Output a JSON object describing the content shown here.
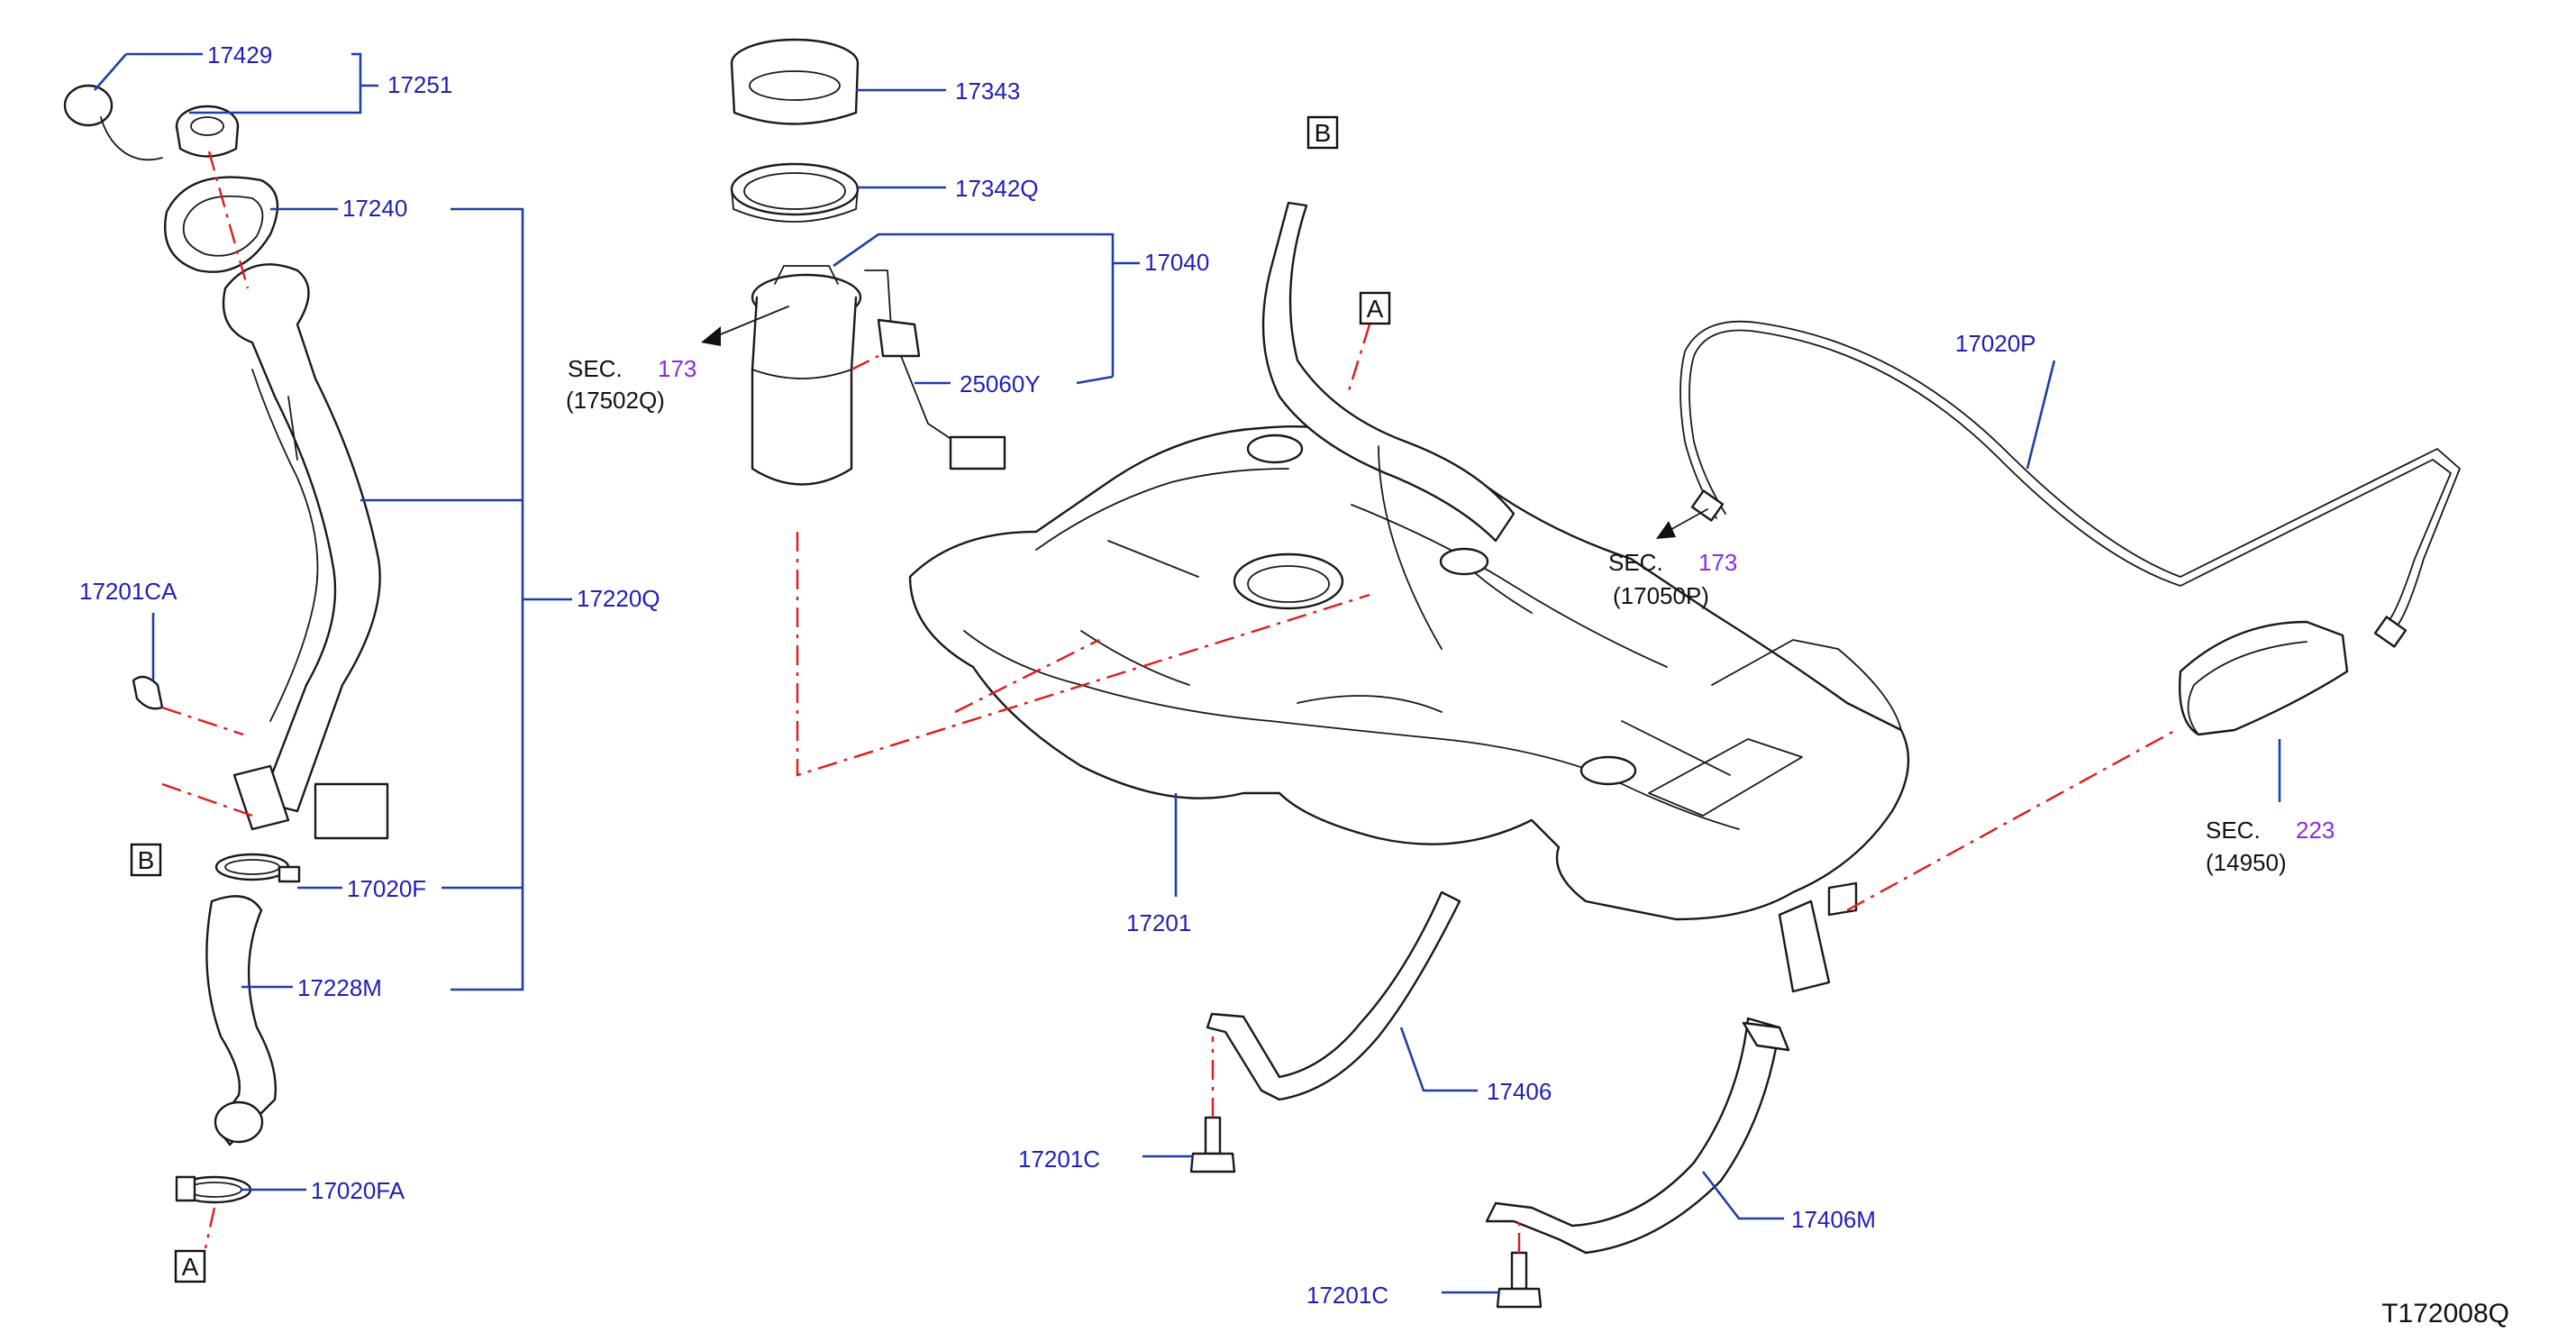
{
  "diagram_code": "T172008Q",
  "parts": {
    "p17429": "17429",
    "p17251": "17251",
    "p17240": "17240",
    "p17220Q": "17220Q",
    "p17201CA": "17201CA",
    "p17020F": "17020F",
    "p17228M": "17228M",
    "p17020FA": "17020FA",
    "p17343": "17343",
    "p17342Q": "17342Q",
    "p17040": "17040",
    "p25060Y": "25060Y",
    "p17020P": "17020P",
    "p17201": "17201",
    "p17406": "17406",
    "p17406M": "17406M",
    "p17201C_1": "17201C",
    "p17201C_2": "17201C"
  },
  "section_refs": {
    "pump": {
      "sec": "SEC.",
      "num": "173",
      "sub": "(17502Q)"
    },
    "tube": {
      "sec": "SEC.",
      "num": "173",
      "sub": "(17050P)"
    },
    "canister": {
      "sec": "SEC.",
      "num": "223",
      "sub": "(14950)"
    }
  },
  "connectors": {
    "a_top": "A",
    "a_bottom": "A",
    "b_top": "B",
    "b_left": "B"
  },
  "colors": {
    "callout_text": "#1f1fb8",
    "leader_line": "#1f3fa8",
    "centerline": "#e01a1a",
    "section_number": "#8a2be2"
  }
}
